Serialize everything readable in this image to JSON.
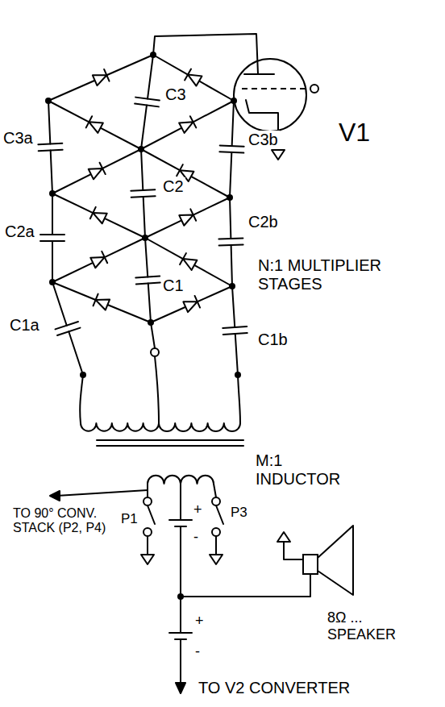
{
  "diagram": {
    "labels": [
      "V1",
      "C3",
      "C3a",
      "C3b",
      "C2",
      "C2a",
      "C2b",
      "C1",
      "C1a",
      "C1b",
      "N:1 MULTIPLIER STAGES",
      "M:1 INDUCTOR",
      "TO 90° CONV. STACK (P2, P4)",
      "P1",
      "P3",
      "+",
      "-",
      "+",
      "-",
      "8Ω ... SPEAKER",
      "TO V2 CONVERTER"
    ]
  }
}
